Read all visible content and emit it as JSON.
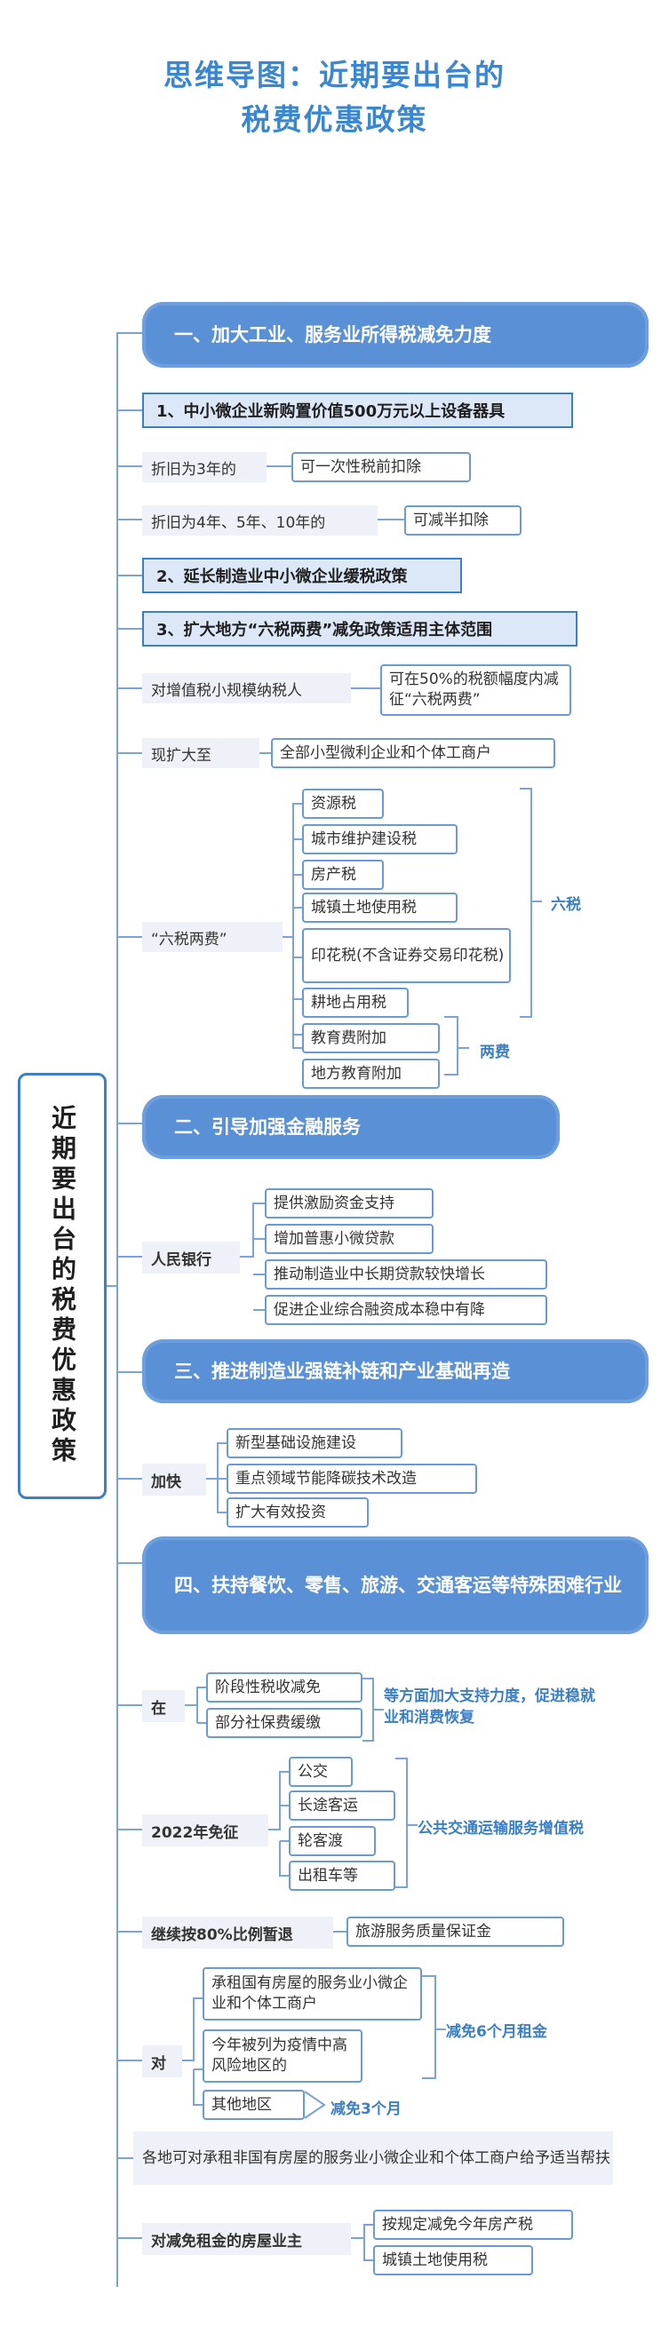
{
  "title_line1": "思维导图：近期要出台的",
  "title_line2": "税费优惠政策",
  "root": "近期要出台的税费优惠政策",
  "s1": {
    "heading": "一、加大工业、服务业所得税减免力度",
    "item1": "1、中小微企业新购置价值500万元以上设备器具",
    "d3_label": "折旧为3年的",
    "d3_value": "可一次性税前扣除",
    "d4_label": "折旧为4年、5年、10年的",
    "d4_value": "可减半扣除",
    "item2": "2、延长制造业中小微企业缓税政策",
    "item3": "3、扩大地方“六税两费”减免政策适用主体范围",
    "vat_label": "对增值税小规模纳税人",
    "vat_value": "可在50%的税额幅度内减征“六税两费”",
    "now_label": "现扩大至",
    "now_value": "全部小型微利企业和个体工商户",
    "six_label": "“六税两费”",
    "six_items": [
      "资源税",
      "城市维护建设税",
      "房产税",
      "城镇土地使用税",
      "印花税(不含证券交易印花税)",
      "耕地占用税"
    ],
    "fee_items": [
      "教育费附加",
      "地方教育附加"
    ],
    "six_tag": "六税",
    "fee_tag": "两费"
  },
  "s2": {
    "heading": "二、引导加强金融服务",
    "bank": "人民银行",
    "items": [
      "提供激励资金支持",
      "增加普惠小微贷款",
      "推动制造业中长期贷款较快增长",
      "促进企业综合融资成本稳中有降"
    ]
  },
  "s3": {
    "heading": "三、推进制造业强链补链和产业基础再造",
    "fast": "加快",
    "items": [
      "新型基础设施建设",
      "重点领域节能降碳技术改造",
      "扩大有效投资"
    ]
  },
  "s4": {
    "heading": "四、扶持餐饮、零售、旅游、交通客运等特殊困难行业",
    "at": "在",
    "at_items": [
      "阶段性税收减免",
      "部分社保费缓缴"
    ],
    "at_note": "等方面加大支持力度，促进稳就业和消费恢复",
    "y2022": "2022年免征",
    "transport": [
      "公交",
      "长途客运",
      "轮客渡",
      "出租车等"
    ],
    "transport_note": "公共交通运输服务增值税",
    "cont": "继续按80%比例暂退",
    "cont_value": "旅游服务质量保证金",
    "to": "对",
    "rent1": "承租国有房屋的服务业小微企业和个体工商户",
    "rent2": "今年被列为疫情中高风险地区的",
    "rent_note": "减免6个月租金",
    "other": "其他地区",
    "other_note": "减免3个月",
    "help": "各地可对承租非国有房屋的服务业小微企业和个体工商户给予适当帮扶",
    "owner": "对减免租金的房屋业主",
    "owner_items": [
      "按规定减免今年房产税",
      "城镇土地使用税"
    ]
  }
}
